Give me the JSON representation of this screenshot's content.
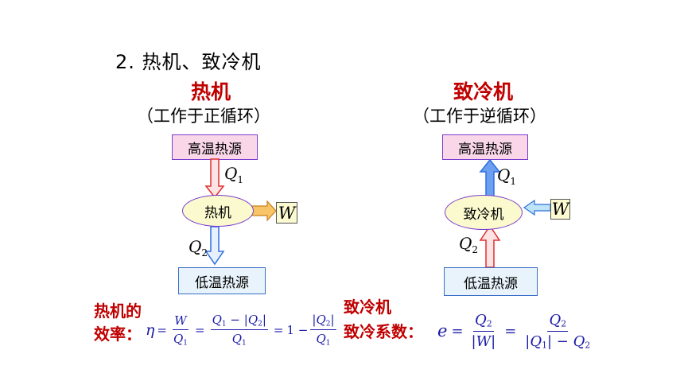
{
  "section_title": "2.  热机、致冷机",
  "heat_engine": {
    "title": "热机",
    "subtitle": "（工作于正循环）",
    "hot_source": "高温热源",
    "engine": "热机",
    "cold_source": "低温热源",
    "q1": "Q",
    "q1_sub": "1",
    "q2": "Q",
    "q2_sub": "2",
    "work": "W",
    "efficiency_label_line1": "热机的",
    "efficiency_label_line2": "效率："
  },
  "refrigerator": {
    "title": "致冷机",
    "subtitle": "（工作于逆循环）",
    "hot_source": "高温热源",
    "machine": "致冷机",
    "cold_source": "低温热源",
    "q1": "Q",
    "q1_sub": "1",
    "q2": "Q",
    "q2_sub": "2",
    "work": "W",
    "coef_label_line1": "致冷机",
    "coef_label_line2": "致冷系数："
  },
  "colors": {
    "title_red": "#c00000",
    "equation_blue": "#1a1aa8",
    "hot_fill": "#f9d7e9",
    "cold_fill": "#e8f3fb",
    "engine_fill": "#fbfacf",
    "arrow_red": "#e03030",
    "arrow_blue": "#2f6fe0",
    "arrow_orange": "#f0a030"
  }
}
